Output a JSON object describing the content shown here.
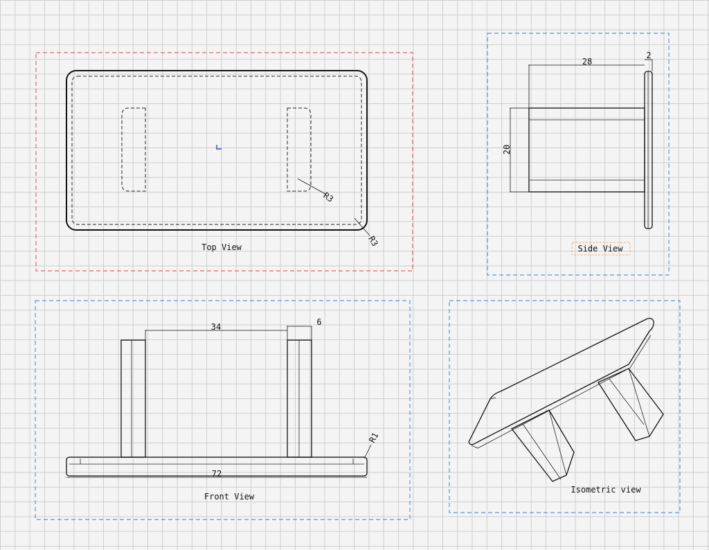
{
  "views": {
    "top": {
      "caption": "Top View",
      "dims": {
        "r_slot": "R3",
        "r_corner": "R3"
      }
    },
    "side": {
      "caption": "Side View",
      "dims": {
        "length": "28",
        "thickness": "2",
        "height": "20"
      }
    },
    "front": {
      "caption": "Front View",
      "dims": {
        "gap": "34",
        "leg_width": "6",
        "overall": "72",
        "radius": "R1"
      }
    },
    "iso": {
      "caption": "Isometric view"
    }
  },
  "colors": {
    "selected_frame": "#e0666b",
    "frame": "#5b95dd",
    "origin_marker": "#2b57c7"
  }
}
